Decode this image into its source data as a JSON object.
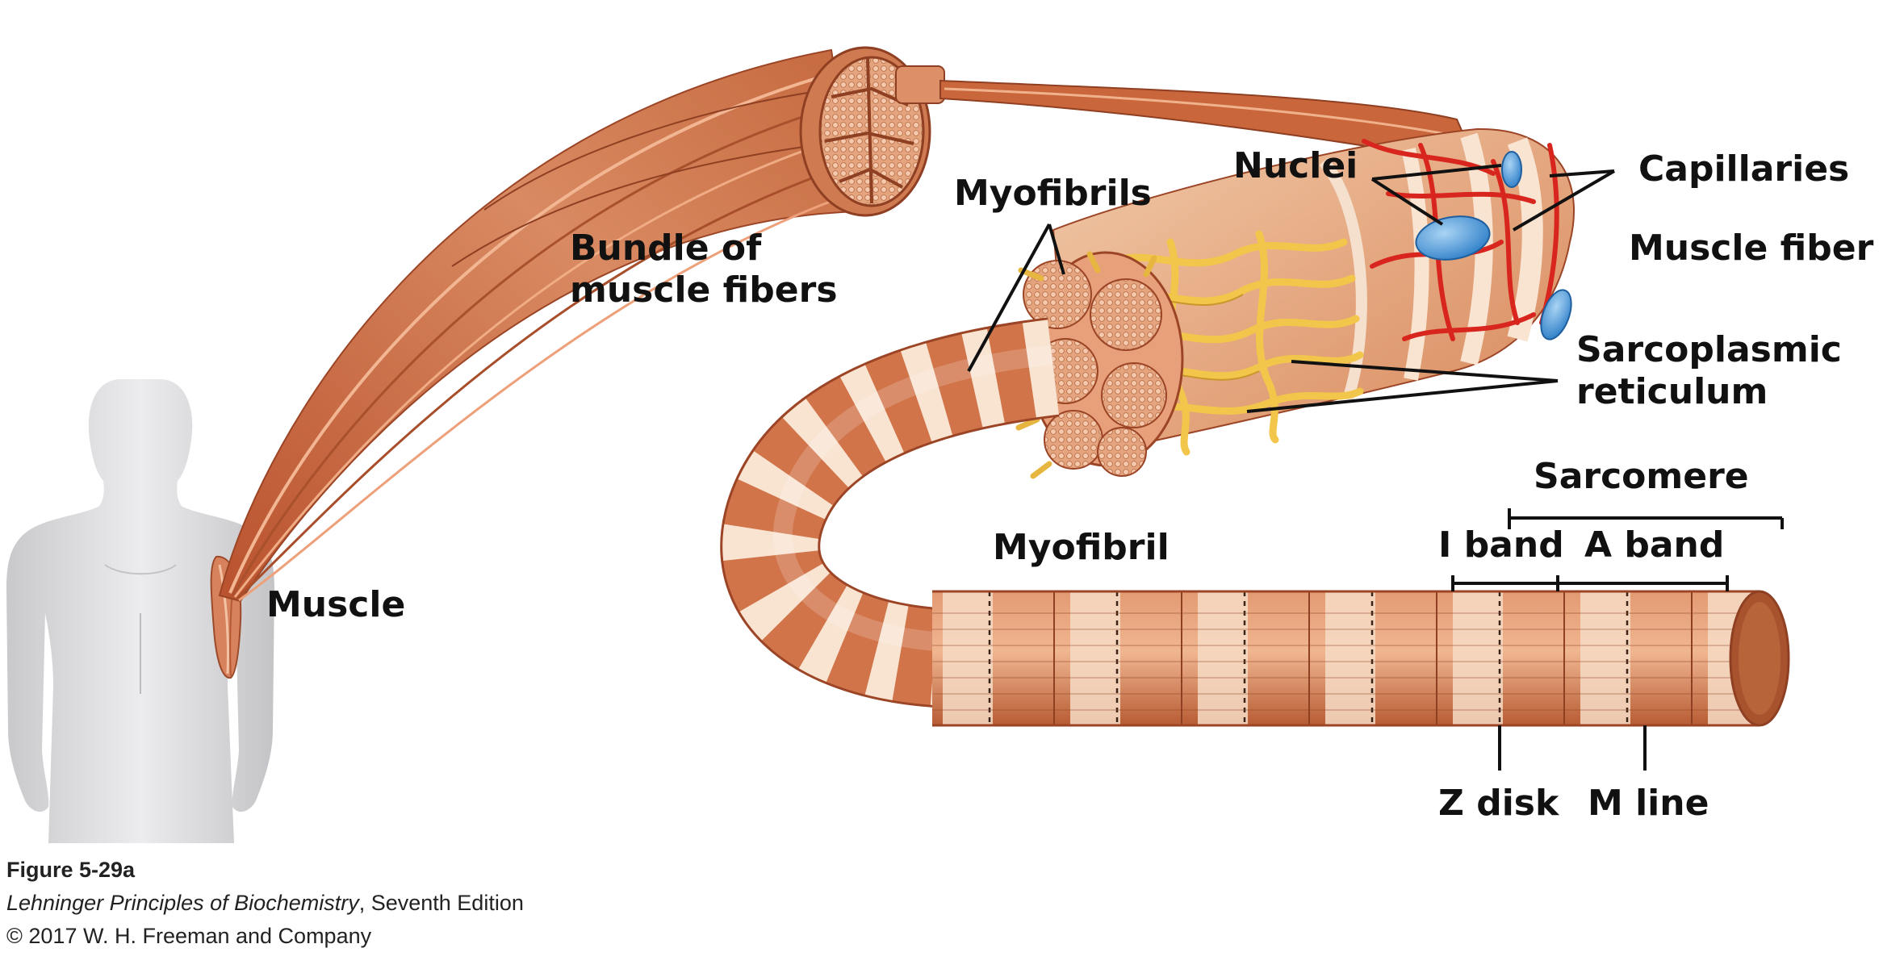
{
  "labels": {
    "bundle": "Bundle of\nmuscle fibers",
    "muscle": "Muscle",
    "myofibrils": "Myofibrils",
    "nuclei": "Nuclei",
    "capillaries": "Capillaries",
    "muscle_fiber": "Muscle fiber",
    "sarcoplasmic": "Sarcoplasmic\nreticulum",
    "sarcomere": "Sarcomere",
    "i_band": "I band",
    "a_band": "A band",
    "myofibril": "Myofibril",
    "z_disk": "Z disk",
    "m_line": "M line"
  },
  "caption": {
    "figure": "Figure 5-29a",
    "book_title": "Lehninger Principles of Biochemistry",
    "edition": ", Seventh Edition",
    "copyright": "© 2017 W. H. Freeman and Company"
  },
  "colors": {
    "muscle": "#c8683f",
    "muscle_light": "#eeb28f",
    "band_pale": "#f6dcc6",
    "sarcoplasmic": "#f2c64a",
    "capillary": "#d8261e",
    "nucleus": "#3d8fd6",
    "body": "#d8d8da"
  }
}
